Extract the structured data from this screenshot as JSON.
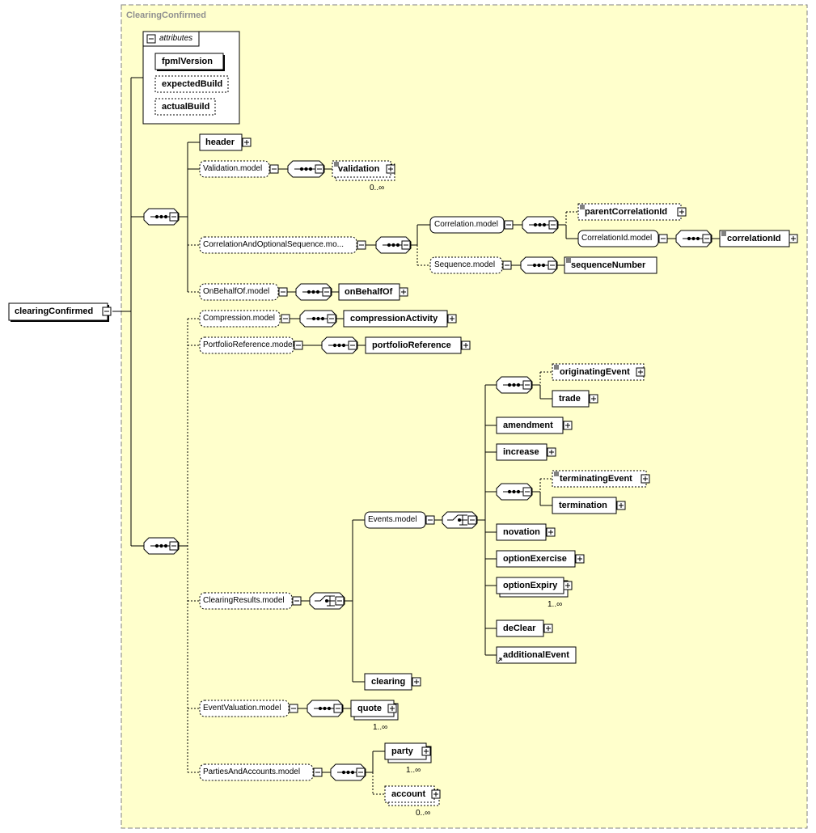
{
  "diagram": {
    "group_title": "ClearingConfirmed",
    "root": "clearingConfirmed",
    "attributes": {
      "title": "attributes",
      "items": [
        "fpmlVersion",
        "expectedBuild",
        "actualBuild"
      ]
    },
    "elements": {
      "header": "header",
      "validation_model": "Validation.model",
      "validation": "validation",
      "validation_occ": "0..∞",
      "correlation_seq_model": "CorrelationAndOptionalSequence.mo...",
      "correlation_model": "Correlation.model",
      "parent_correlation_id": "parentCorrelationId",
      "correlation_id_model": "CorrelationId.model",
      "correlation_id": "correlationId",
      "sequence_model": "Sequence.model",
      "sequence_number": "sequenceNumber",
      "on_behalf_of_model": "OnBehalfOf.model",
      "on_behalf_of": "onBehalfOf",
      "compression_model": "Compression.model",
      "compression_activity": "compressionActivity",
      "portfolio_reference_model": "PortfolioReference.model",
      "portfolio_reference": "portfolioReference",
      "clearing_results_model": "ClearingResults.model",
      "events_model": "Events.model",
      "originating_event": "originatingEvent",
      "trade": "trade",
      "amendment": "amendment",
      "increase": "increase",
      "terminating_event": "terminatingEvent",
      "termination": "termination",
      "novation": "novation",
      "option_exercise": "optionExercise",
      "option_expiry": "optionExpiry",
      "option_expiry_occ": "1..∞",
      "de_clear": "deClear",
      "additional_event": "additionalEvent",
      "clearing": "clearing",
      "event_valuation_model": "EventValuation.model",
      "quote": "quote",
      "quote_occ": "1..∞",
      "parties_accounts_model": "PartiesAndAccounts.model",
      "party": "party",
      "party_occ": "1..∞",
      "account": "account",
      "account_occ": "0..∞"
    }
  },
  "colors": {
    "group_bg": "#ffffcc",
    "group_border": "#808080",
    "box_bg": "#ffffff",
    "line": "#000000"
  }
}
